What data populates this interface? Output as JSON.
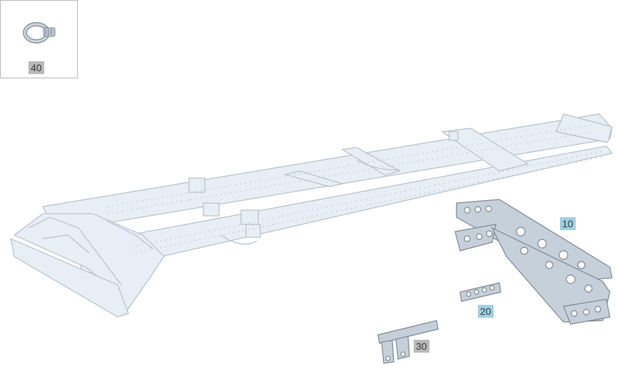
{
  "callouts": {
    "c10": {
      "text": "10",
      "bg": "#9fd0e2"
    },
    "c20": {
      "text": "20",
      "bg": "#9fd0e2"
    },
    "c30": {
      "text": "30",
      "bg": "#b9b9b9"
    },
    "c40": {
      "text": "40",
      "bg": "#b9b9b9"
    }
  },
  "colors": {
    "frame_fill": "#e8eef5",
    "frame_stroke": "#b4c0cc",
    "part_fill": "#c6d0da",
    "part_stroke": "#7d8894"
  },
  "icons": {
    "hose_clamp": "hose-clamp-icon"
  }
}
